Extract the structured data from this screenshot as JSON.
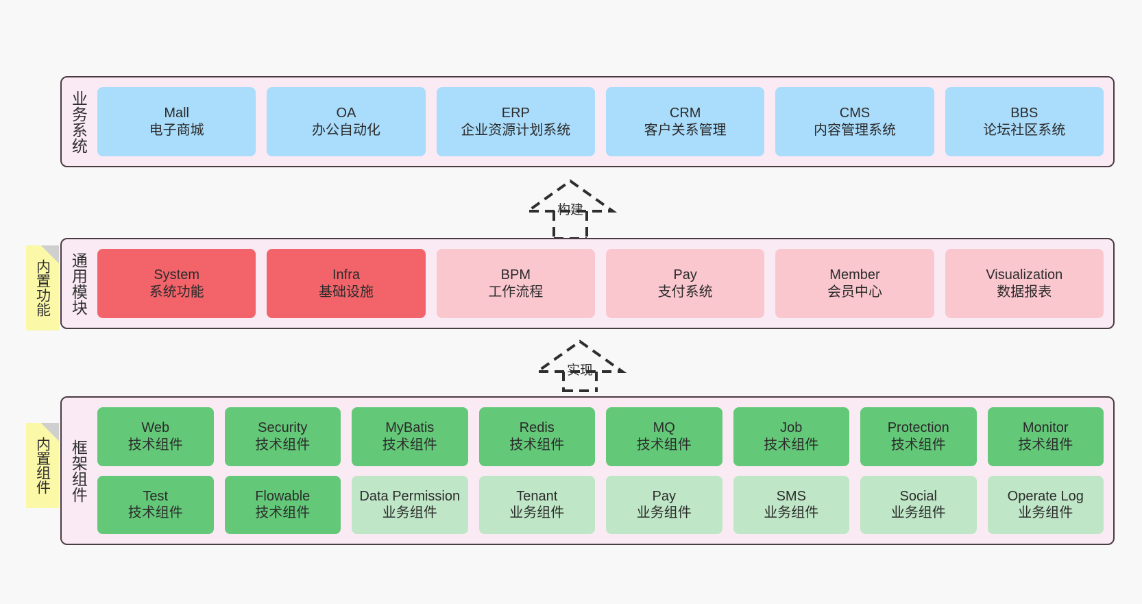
{
  "diagram": {
    "title": "",
    "background_color": "#f8f8f8",
    "panel_color": "#faeaf4",
    "panel_border_color": "#4a3b42",
    "sticky_color": "#fbf8a8"
  },
  "layers": [
    {
      "id": "business-system",
      "title": "业务系统",
      "sticky": null,
      "rows": [
        {
          "nodes": [
            {
              "title": "Mall",
              "sub": "电子商城",
              "color": "#aadcfb",
              "variant": "c-blue"
            },
            {
              "title": "OA",
              "sub": "办公自动化",
              "color": "#aadcfb",
              "variant": "c-blue"
            },
            {
              "title": "ERP",
              "sub": "企业资源计划系统",
              "color": "#aadcfb",
              "variant": "c-blue"
            },
            {
              "title": "CRM",
              "sub": "客户关系管理",
              "color": "#aadcfb",
              "variant": "c-blue"
            },
            {
              "title": "CMS",
              "sub": "内容管理系统",
              "color": "#aadcfb",
              "variant": "c-blue"
            },
            {
              "title": "BBS",
              "sub": "论坛社区系统",
              "color": "#aadcfb",
              "variant": "c-blue"
            }
          ]
        }
      ]
    },
    {
      "id": "common-module",
      "title": "通用模块",
      "sticky": "内置功能",
      "rows": [
        {
          "nodes": [
            {
              "title": "System",
              "sub": "系统功能",
              "color": "#f2646a",
              "variant": "c-red"
            },
            {
              "title": "Infra",
              "sub": "基础设施",
              "color": "#f2646a",
              "variant": "c-red"
            },
            {
              "title": "BPM",
              "sub": "工作流程",
              "color": "#fbc7cf",
              "variant": "c-pink"
            },
            {
              "title": "Pay",
              "sub": "支付系统",
              "color": "#fbc7cf",
              "variant": "c-pink"
            },
            {
              "title": "Member",
              "sub": "会员中心",
              "color": "#fbc7cf",
              "variant": "c-pink"
            },
            {
              "title": "Visualization",
              "sub": "数据报表",
              "color": "#fbc7cf",
              "variant": "c-pink"
            }
          ]
        }
      ]
    },
    {
      "id": "framework-component",
      "title": "框架组件",
      "sticky": "内置组件",
      "rows": [
        {
          "nodes": [
            {
              "title": "Web",
              "sub": "技术组件",
              "color": "#63c878",
              "variant": "c-green"
            },
            {
              "title": "Security",
              "sub": "技术组件",
              "color": "#63c878",
              "variant": "c-green"
            },
            {
              "title": "MyBatis",
              "sub": "技术组件",
              "color": "#63c878",
              "variant": "c-green"
            },
            {
              "title": "Redis",
              "sub": "技术组件",
              "color": "#63c878",
              "variant": "c-green"
            },
            {
              "title": "MQ",
              "sub": "技术组件",
              "color": "#63c878",
              "variant": "c-green"
            },
            {
              "title": "Job",
              "sub": "技术组件",
              "color": "#63c878",
              "variant": "c-green"
            },
            {
              "title": "Protection",
              "sub": "技术组件",
              "color": "#63c878",
              "variant": "c-green"
            },
            {
              "title": "Monitor",
              "sub": "技术组件",
              "color": "#63c878",
              "variant": "c-green"
            }
          ]
        },
        {
          "nodes": [
            {
              "title": "Test",
              "sub": "技术组件",
              "color": "#63c878",
              "variant": "c-green"
            },
            {
              "title": "Flowable",
              "sub": "技术组件",
              "color": "#63c878",
              "variant": "c-green"
            },
            {
              "title": "Data Permission",
              "sub": "业务组件",
              "color": "#bfe6c6",
              "variant": "c-lightgreen",
              "wrap": true
            },
            {
              "title": "Tenant",
              "sub": "业务组件",
              "color": "#bfe6c6",
              "variant": "c-lightgreen"
            },
            {
              "title": "Pay",
              "sub": "业务组件",
              "color": "#bfe6c6",
              "variant": "c-lightgreen"
            },
            {
              "title": "SMS",
              "sub": "业务组件",
              "color": "#bfe6c6",
              "variant": "c-lightgreen"
            },
            {
              "title": "Social",
              "sub": "业务组件",
              "color": "#bfe6c6",
              "variant": "c-lightgreen"
            },
            {
              "title": "Operate Log",
              "sub": "业务组件",
              "color": "#bfe6c6",
              "variant": "c-lightgreen"
            }
          ]
        }
      ]
    }
  ],
  "arrows": [
    {
      "id": "arrow-build",
      "label": "构建",
      "direction": "up",
      "from": "common-module",
      "to": "business-system"
    },
    {
      "id": "arrow-implement",
      "label": "实现",
      "direction": "up",
      "from": "framework-component",
      "to": "common-module"
    }
  ]
}
